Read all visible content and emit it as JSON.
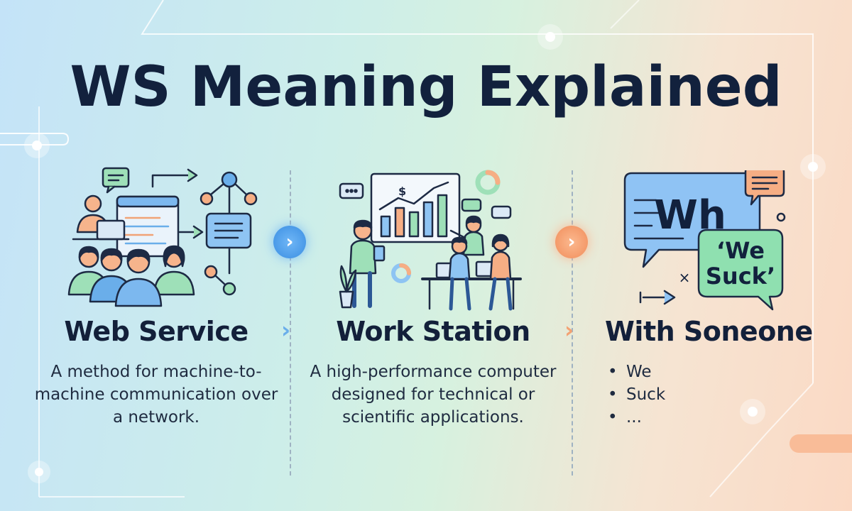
{
  "title": "WS Meaning Explained",
  "colors": {
    "title": "#12213d",
    "blue_accent": "#5aa6f0",
    "green_accent": "#7fd8a8",
    "orange_accent": "#f6a878",
    "bubble_blue": "#8fc3f4",
    "bubble_green": "#8fe0b0"
  },
  "sections": [
    {
      "heading": "Web Service",
      "description": "A method for machine-to-machine communication over a network.",
      "icon": "web-service-network-icon"
    },
    {
      "heading": "Work Station",
      "description": "A high-performance computer designed for technical or scientific applications.",
      "icon": "workstation-team-icon"
    },
    {
      "heading": "With Soneone",
      "bullets": [
        "We",
        "Suck",
        "..."
      ],
      "bubble_big": "Wh",
      "bubble_small_line1": "‘We",
      "bubble_small_line2": "Suck’",
      "times_sign": "×",
      "icon": "speech-bubbles-icon"
    }
  ],
  "currency_symbol": "$"
}
